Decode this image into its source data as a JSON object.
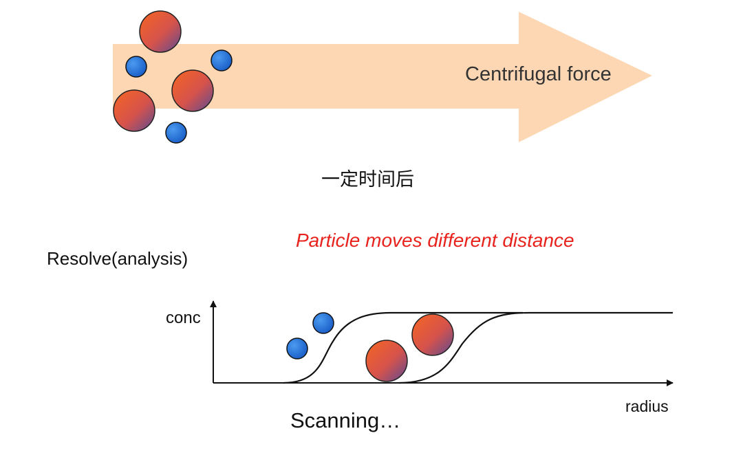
{
  "labels": {
    "force": "Centrifugal force",
    "after_time": "一定时间后",
    "particle_note": "Particle moves different distance",
    "resolve": "Resolve(analysis)",
    "y_axis": "conc",
    "x_axis": "radius",
    "status": "Scanning…"
  },
  "colors": {
    "arrow": "#fdd7b3",
    "note_text": "#e8231e",
    "large_particle_start": "#f0622a",
    "large_particle_end": "#6a4a90",
    "small_particle": "#1f6fd6",
    "axis": "#111111"
  },
  "icons": {
    "large_particle": "large-particle-icon",
    "small_particle": "small-particle-icon",
    "force_arrow": "force-arrow-icon"
  }
}
